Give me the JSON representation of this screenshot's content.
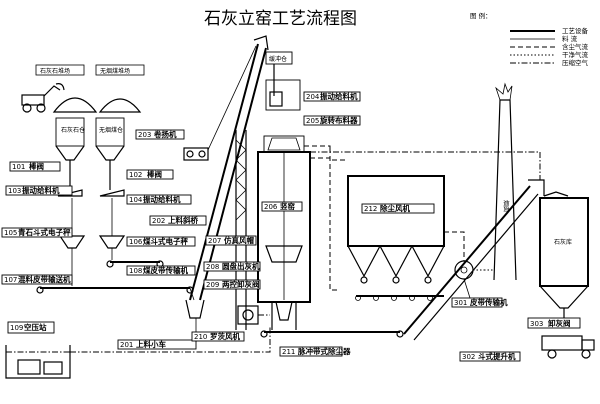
{
  "title": "石灰立窑工艺流程图",
  "legend": {
    "heading": "图  例：",
    "items": [
      {
        "label": "工艺设备",
        "style": "solid"
      },
      {
        "label": "料  流",
        "style": "thin"
      },
      {
        "label": "含尘气流",
        "style": "dash"
      },
      {
        "label": "干净气流",
        "style": "dot"
      },
      {
        "label": "压缩空气",
        "style": "dashdot"
      }
    ]
  },
  "yard_labels": {
    "limestone_yard": "石灰石堆场",
    "coal_yard": "无烟煤堆场",
    "limestone_bin": "石灰石仓",
    "coal_bin": "无烟煤仓",
    "air_bin": "缓冲仓",
    "chimney": "烟囱",
    "lime_bin": "石灰库"
  },
  "equipment": [
    {
      "id": "101",
      "name": "棒阀"
    },
    {
      "id": "102",
      "name": "棒阀"
    },
    {
      "id": "103",
      "name": "振动给料机"
    },
    {
      "id": "104",
      "name": "振动给料机"
    },
    {
      "id": "105",
      "name": "青石斗式电子秤"
    },
    {
      "id": "106",
      "name": "煤斗式电子秤"
    },
    {
      "id": "107",
      "name": "混料皮带输送机"
    },
    {
      "id": "108",
      "name": "煤皮带传输机"
    },
    {
      "id": "109",
      "name": "空压站"
    },
    {
      "id": "201",
      "name": "上料小车"
    },
    {
      "id": "202",
      "name": "上料斜桥"
    },
    {
      "id": "203",
      "name": "卷扬机"
    },
    {
      "id": "204",
      "name": "振动给料机"
    },
    {
      "id": "205",
      "name": "旋转布料器"
    },
    {
      "id": "206",
      "name": "竖窑"
    },
    {
      "id": "207",
      "name": "仿真风帽"
    },
    {
      "id": "208",
      "name": "圆盘出灰机"
    },
    {
      "id": "209",
      "name": "两控卸灰阀"
    },
    {
      "id": "210",
      "name": "罗茨风机"
    },
    {
      "id": "211",
      "name": "脉冲带式除尘器"
    },
    {
      "id": "212",
      "name": "除尘风机"
    },
    {
      "id": "301",
      "name": "皮带传输机"
    },
    {
      "id": "302",
      "name": "斗式提升机"
    },
    {
      "id": "303",
      "name": "卸灰阀"
    }
  ],
  "colors": {
    "line": "#000000",
    "background": "#ffffff"
  }
}
